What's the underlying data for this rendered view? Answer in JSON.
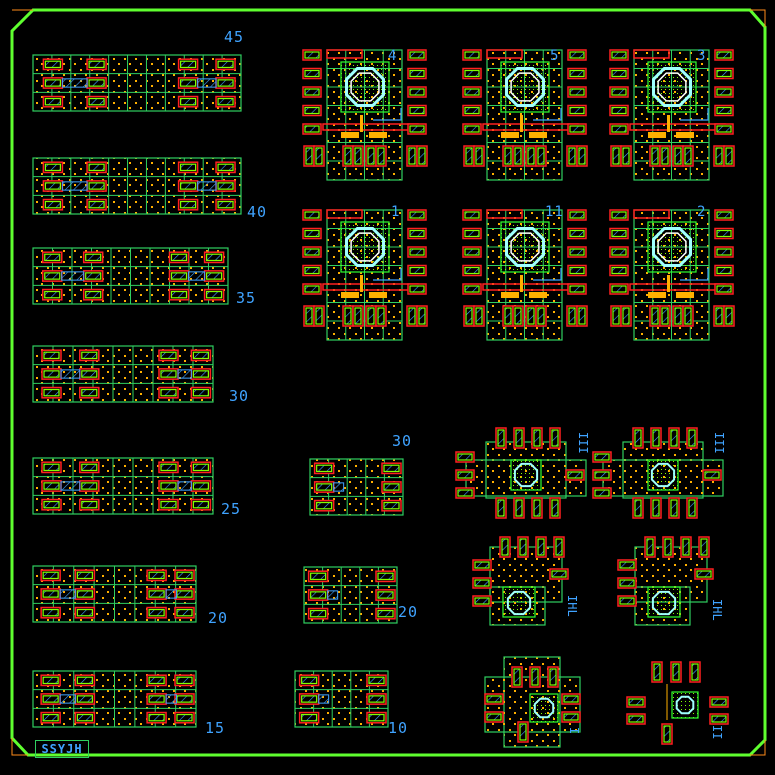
{
  "view": {
    "title": "Layout view",
    "chip_label": "SSYJH"
  },
  "colors": {
    "background": "#000000",
    "outline": "#5fff2f",
    "cell_box": "#2fcf5f",
    "dot": "#ffb000",
    "pad_outer": "#ff2020",
    "pad_inner": "#7fff00",
    "via_blue": "#3fa3ff",
    "inductor": "#a0ffff",
    "label": "#3fa3ff",
    "corner": "#ff8c1a"
  },
  "left_arrays": [
    {
      "label": "45",
      "cols": 11,
      "rows": 3
    },
    {
      "label": "40",
      "cols": 11,
      "rows": 3
    },
    {
      "label": "35",
      "cols": 10,
      "rows": 3
    },
    {
      "label": "30",
      "cols": 9,
      "rows": 3
    },
    {
      "label": "25",
      "cols": 9,
      "rows": 3
    },
    {
      "label": "20",
      "cols": 8,
      "rows": 3
    },
    {
      "label": "15",
      "cols": 8,
      "rows": 3
    }
  ],
  "mid_arrays": [
    {
      "label": "30",
      "cols": 5,
      "rows": 3
    },
    {
      "label": "20",
      "cols": 5,
      "rows": 3
    },
    {
      "label": "10",
      "cols": 5,
      "rows": 3
    }
  ],
  "inductor_cells": [
    {
      "label": "4"
    },
    {
      "label": "5"
    },
    {
      "label": "3"
    },
    {
      "label": "1"
    },
    {
      "label": "11"
    },
    {
      "label": "2"
    }
  ],
  "small_cells": [
    {
      "label": "III"
    },
    {
      "label": "III"
    },
    {
      "label": "IHL"
    },
    {
      "label": "IHL"
    },
    {
      "label": "I"
    },
    {
      "label": "II"
    }
  ]
}
